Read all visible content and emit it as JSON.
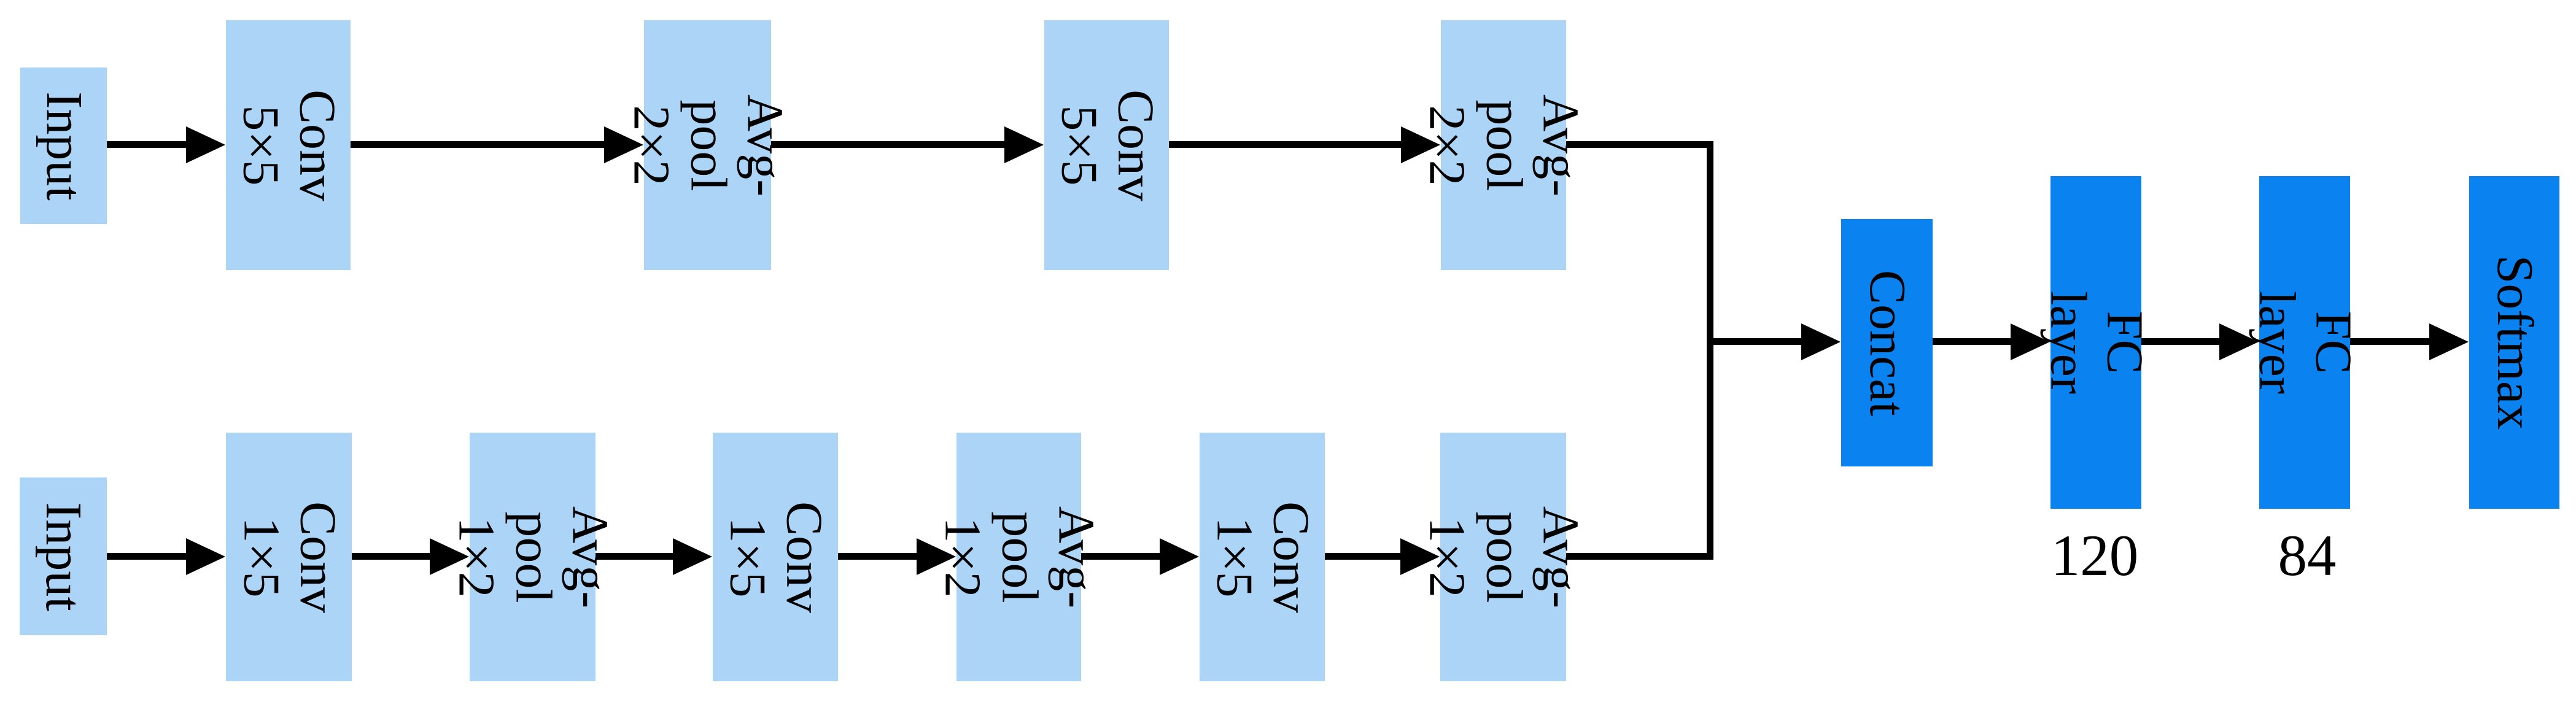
{
  "colors": {
    "light_box": "#abd4f7",
    "dark_box": "#0a82f0",
    "connector": "#000000",
    "text": "#000000",
    "background": "#ffffff"
  },
  "branch_top": {
    "nodes": [
      {
        "label": "Input"
      },
      {
        "label": "Conv\n5×5"
      },
      {
        "label": "Avg-pool\n2×2"
      },
      {
        "label": "Conv\n5×5"
      },
      {
        "label": "Avg-pool\n2×2"
      }
    ]
  },
  "branch_bottom": {
    "nodes": [
      {
        "label": "Input"
      },
      {
        "label": "Conv\n1×5"
      },
      {
        "label": "Avg-pool\n1×2"
      },
      {
        "label": "Conv\n1×5"
      },
      {
        "label": "Avg-pool\n1×2"
      },
      {
        "label": "Conv\n1×5"
      },
      {
        "label": "Avg-pool\n1×2"
      }
    ]
  },
  "head": {
    "nodes": [
      {
        "label": "Concat"
      },
      {
        "label": "FC layer",
        "units": "120"
      },
      {
        "label": "FC layer",
        "units": "84"
      },
      {
        "label": "Softmax"
      }
    ]
  }
}
